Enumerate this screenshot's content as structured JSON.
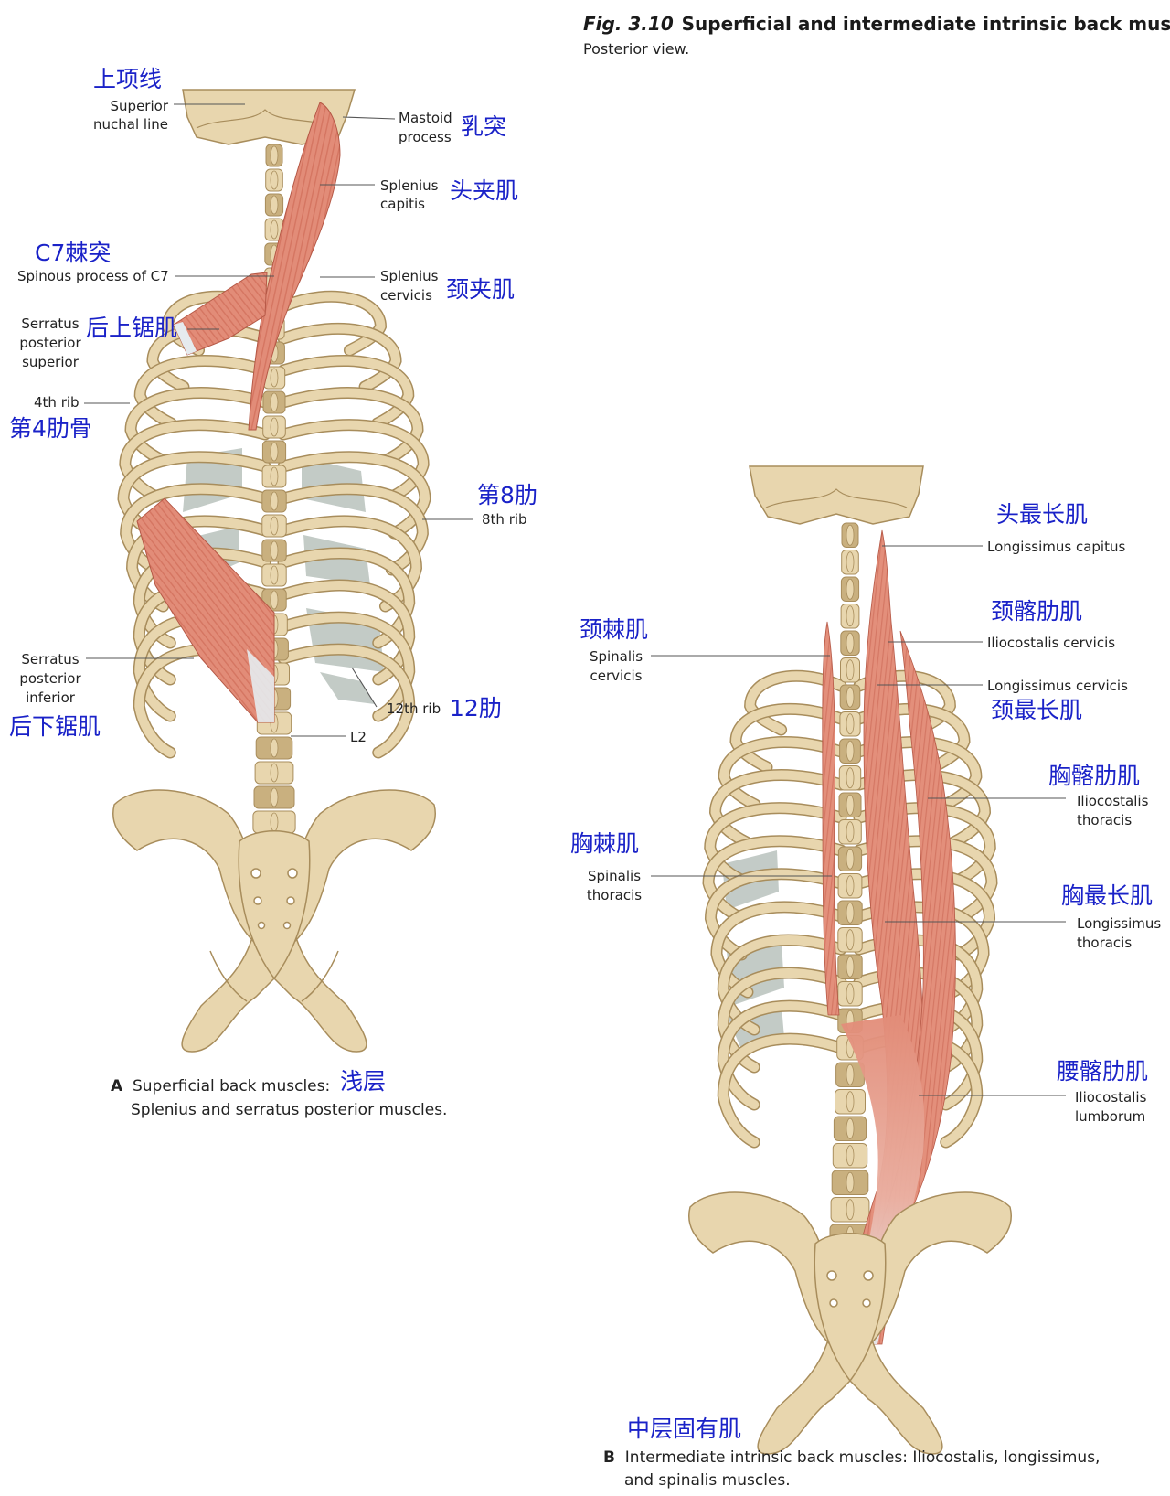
{
  "figure": {
    "number": "Fig. 3.10",
    "title": "Superficial and intermediate intrinsic back muscles",
    "subtitle": "Posterior view."
  },
  "panel_a": {
    "letter": "A",
    "caption_line1": "Superficial back muscles:",
    "caption_zh": "浅层",
    "caption_line2": "Splenius and serratus posterior muscles.",
    "labels": {
      "superior_nuchal_line": {
        "en1": "Superior",
        "en2": "nuchal line",
        "zh": "上项线"
      },
      "mastoid_process": {
        "en1": "Mastoid",
        "en2": "process",
        "zh": "乳突"
      },
      "splenius_capitis": {
        "en1": "Splenius",
        "en2": "capitis",
        "zh": "头夹肌"
      },
      "spinous_process_c7": {
        "en": "Spinous process of C7",
        "zh": "C7棘突"
      },
      "splenius_cervicis": {
        "en1": "Splenius",
        "en2": "cervicis",
        "zh": "颈夹肌"
      },
      "serratus_posterior_superior": {
        "en1": "Serratus",
        "en2": "posterior",
        "en3": "superior",
        "zh": "后上锯肌"
      },
      "fourth_rib": {
        "en": "4th rib",
        "zh": "第4肋骨"
      },
      "eighth_rib": {
        "en": "8th rib",
        "zh": "第8肋"
      },
      "serratus_posterior_inferior": {
        "en1": "Serratus",
        "en2": "posterior",
        "en3": "inferior",
        "zh": "后下锯肌"
      },
      "twelfth_rib": {
        "en": "12th rib",
        "zh": "12肋"
      },
      "l2": {
        "en": "L2"
      }
    }
  },
  "panel_b": {
    "letter": "B",
    "caption_zh": "中层固有肌",
    "caption_line1": "Intermediate intrinsic back muscles: Iliocostalis, longissimus,",
    "caption_line2": "and spinalis muscles.",
    "labels": {
      "longissimus_capitus": {
        "en": "Longissimus capitus",
        "zh": "头最长肌"
      },
      "iliocostalis_cervicis": {
        "en": "Iliocostalis cervicis",
        "zh": "颈髂肋肌"
      },
      "spinalis_cervicis": {
        "en1": "Spinalis",
        "en2": "cervicis",
        "zh": "颈棘肌"
      },
      "longissimus_cervicis": {
        "en": "Longissimus cervicis",
        "zh": "颈最长肌"
      },
      "iliocostalis_thoracis": {
        "en1": "Iliocostalis",
        "en2": "thoracis",
        "zh": "胸髂肋肌"
      },
      "spinalis_thoracis": {
        "en1": "Spinalis",
        "en2": "thoracis",
        "zh": "胸棘肌"
      },
      "longissimus_thoracis": {
        "en1": "Longissimus",
        "en2": "thoracis",
        "zh": "胸最长肌"
      },
      "iliocostalis_lumborum": {
        "en1": "Iliocostalis",
        "en2": "lumborum",
        "zh": "腰髂肋肌"
      }
    }
  },
  "colors": {
    "bone": "#e8d6ae",
    "bone_shade": "#c9b07f",
    "bone_outline": "#a88d5c",
    "muscle": "#e28c78",
    "muscle_light": "#f1b8a8",
    "muscle_stripe": "#c9624f",
    "tendon": "#e8ecef",
    "membrane": "#b9c2bd",
    "leader": "#555555",
    "zh_label": "#1a22c8"
  }
}
